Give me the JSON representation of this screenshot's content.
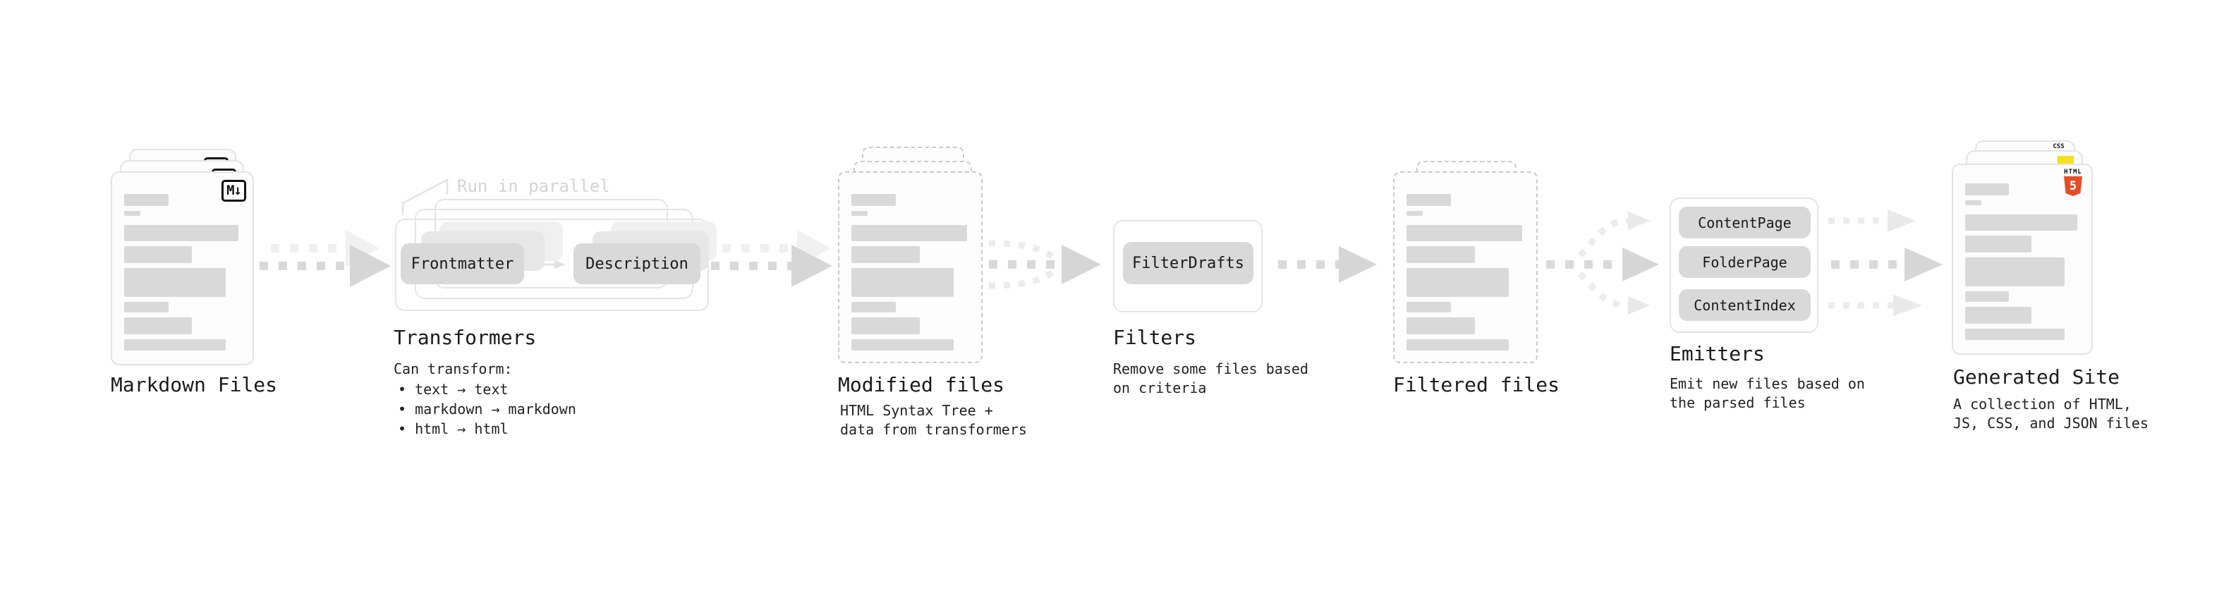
{
  "stages": {
    "markdown_files": {
      "label": "Markdown Files",
      "badge": "M↓"
    },
    "transformers": {
      "label": "Transformers",
      "note": "Run in parallel",
      "plugins": [
        "Frontmatter",
        "Description"
      ],
      "desc_title": "Can transform:",
      "bullets": [
        "• text → text",
        "• markdown → markdown",
        "• html → html"
      ]
    },
    "modified_files": {
      "label": "Modified files",
      "desc": [
        "HTML Syntax Tree +",
        "data from transformers"
      ]
    },
    "filters": {
      "label": "Filters",
      "plugins": [
        "FilterDrafts"
      ],
      "desc": [
        "Remove some files based",
        "on criteria"
      ]
    },
    "filtered_files": {
      "label": "Filtered files"
    },
    "emitters": {
      "label": "Emitters",
      "plugins": [
        "ContentPage",
        "FolderPage",
        "ContentIndex"
      ],
      "desc": [
        "Emit new files based on",
        "the parsed files"
      ]
    },
    "generated_site": {
      "label": "Generated Site",
      "desc": [
        "A collection of HTML,",
        "JS, CSS, and JSON files"
      ],
      "badges": {
        "html_word": "HTML",
        "html_number": "5",
        "css_word": "CSS"
      }
    }
  },
  "colors": {
    "html5_orange": "#e44d26",
    "js_yellow": "#f7df1e",
    "css_blue": "#2965f1",
    "placeholder_gray": "#d9d9d9",
    "arrow_gray": "#d6d6d6",
    "arrow_light_gray": "#ececec",
    "text_dark": "#1b1b1b"
  }
}
